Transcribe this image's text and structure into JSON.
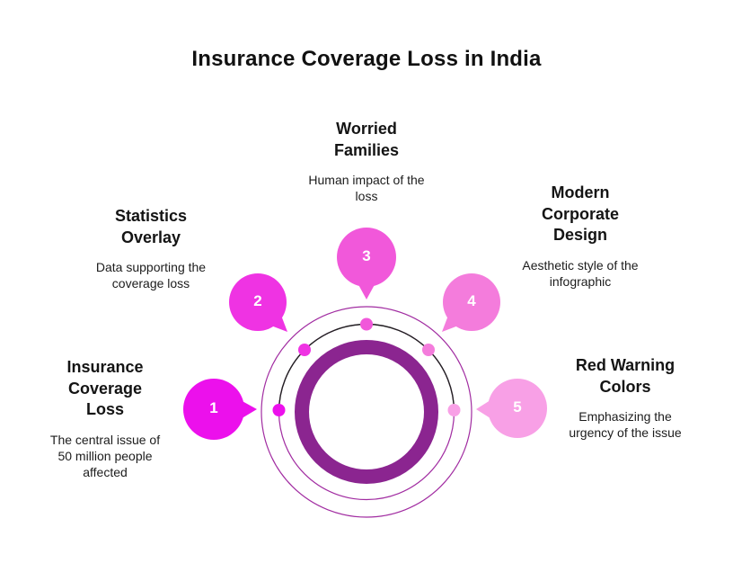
{
  "title": "Insurance Coverage Loss in India",
  "colors": {
    "thin_ring": "#a12ca1",
    "top_arc": "#222222",
    "core_ring": "#8b2590"
  },
  "items": [
    {
      "number": "1",
      "label": "Insurance\nCoverage\nLoss",
      "description": "The central issue of\n50 million people\naffected",
      "color": "#ec10ec"
    },
    {
      "number": "2",
      "label": "Statistics\nOverlay",
      "description": "Data supporting the\ncoverage loss",
      "color": "#ef33e3"
    },
    {
      "number": "3",
      "label": "Worried\nFamilies",
      "description": "Human impact of the\nloss",
      "color": "#f158da"
    },
    {
      "number": "4",
      "label": "Modern\nCorporate\nDesign",
      "description": "Aesthetic style of the\ninfographic",
      "color": "#f47cdc"
    },
    {
      "number": "5",
      "label": "Red Warning\nColors",
      "description": "Emphasizing the\nurgency of the issue",
      "color": "#f8a0e6"
    }
  ]
}
